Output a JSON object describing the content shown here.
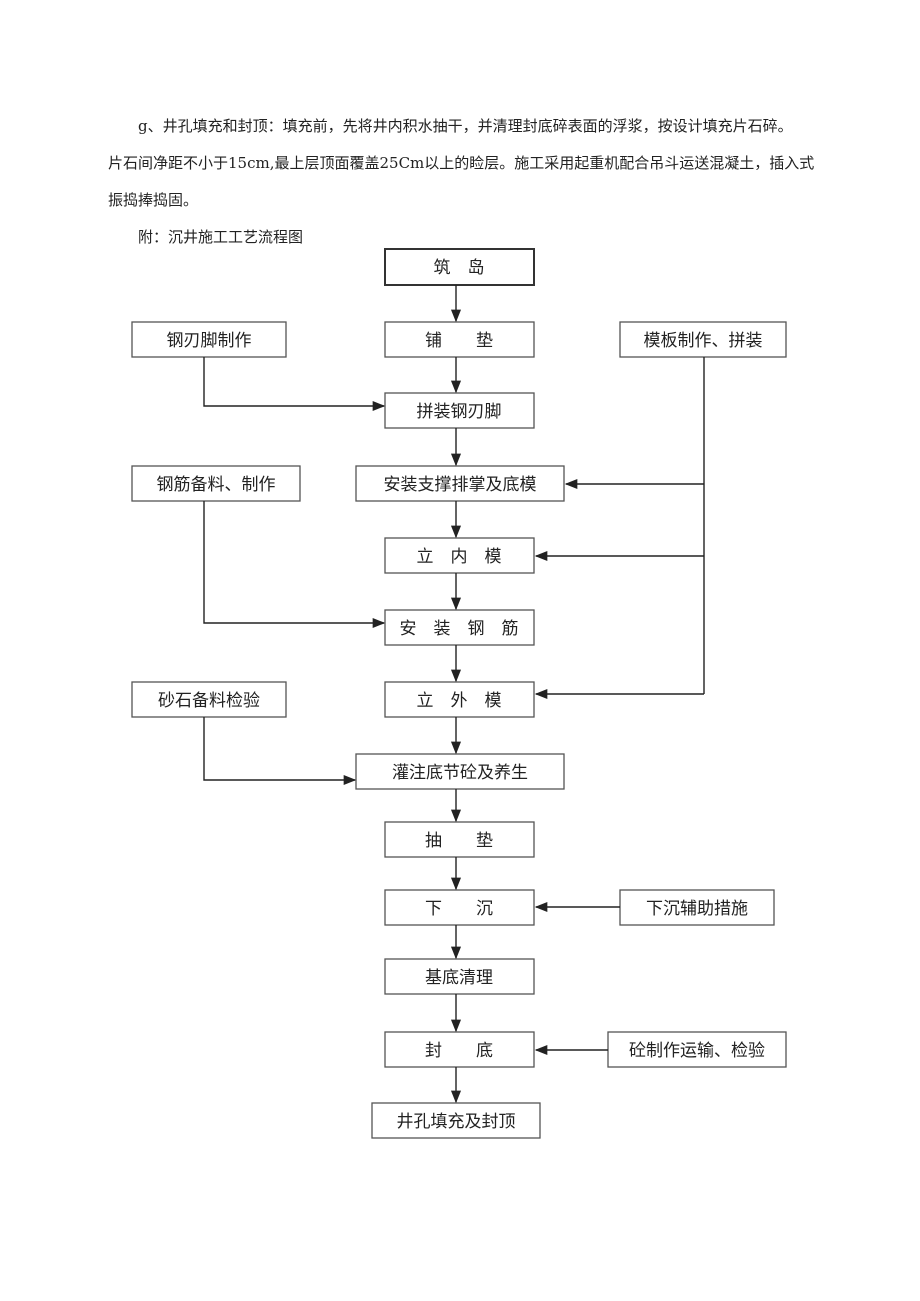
{
  "paragraph": {
    "line1": "g、井孔填充和封顶：填充前，先将井内积水抽干，并清理封底碎表面的浮浆，按设计填充片石碎。",
    "line2": "片石间净距不小于15cm,最上层顶面覆盖25Cm以上的睑层。施工采用起重机配合吊斗运送混凝土，插入式",
    "line3": "振捣捧捣固。"
  },
  "caption": "附：沉井施工工艺流程图",
  "flowchart": {
    "main_steps": [
      "筑　岛",
      "铺　　垫",
      "拼装钢刃脚",
      "安装支撑排掌及底模",
      "立　内　模",
      "安　装　钢　筋",
      "立　外　模",
      "灌注底节砼及养生",
      "抽　　垫",
      "下　　沉",
      "基底清理",
      "封　　底",
      "井孔填充及封顶"
    ],
    "left_inputs": [
      "钢刃脚制作",
      "钢筋备料、制作",
      "砂石备料检验"
    ],
    "right_inputs": [
      "模板制作、拼装",
      "下沉辅助措施",
      "砼制作运输、检验"
    ]
  }
}
